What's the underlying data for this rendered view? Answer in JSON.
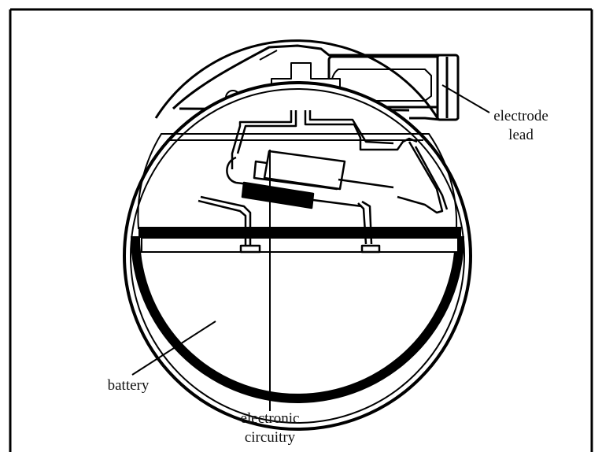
{
  "labels": {
    "electrode_lead_line1": "electrode",
    "electrode_lead_line2": "lead",
    "battery": "battery",
    "electronic_circuitry_line1": "electronic",
    "electronic_circuitry_line2": "circuitry"
  }
}
